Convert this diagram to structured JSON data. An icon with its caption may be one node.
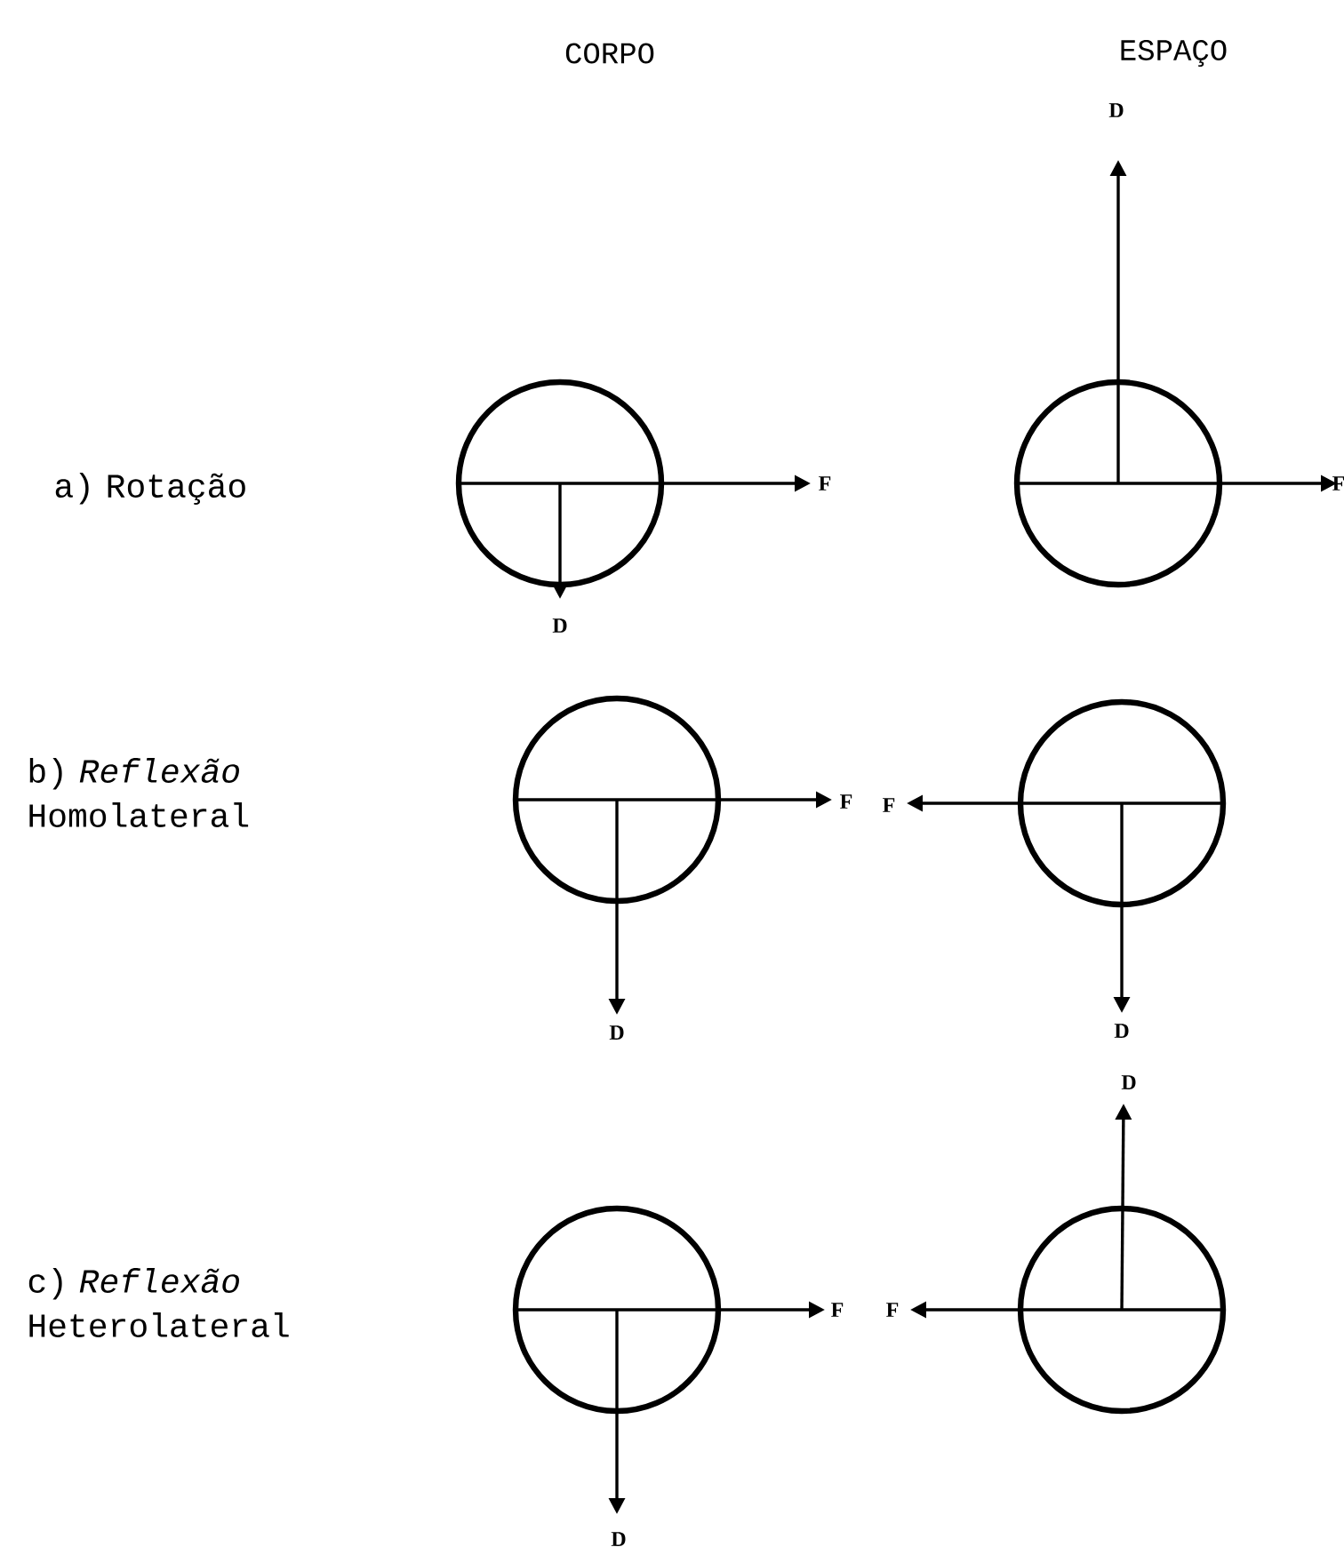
{
  "diagram": {
    "labels": [
      "CORPO",
      "ESPAÇO",
      "D",
      "a) Rotação",
      "F",
      "F",
      "D",
      "b) *Reflexão* Homolateral",
      "F",
      "F",
      "D",
      "D",
      "D",
      "c) *Reflexão* Heterolateral",
      "F",
      "F",
      "D"
    ]
  }
}
